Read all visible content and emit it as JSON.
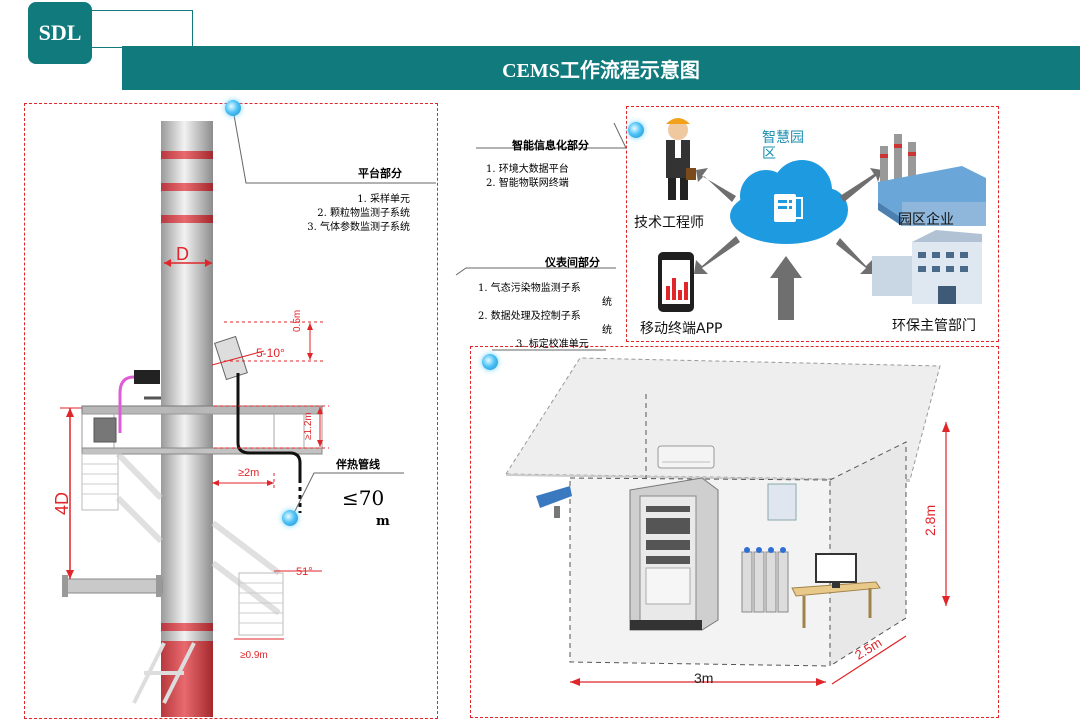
{
  "header": {
    "logo_text": "SDL",
    "title": "CEMS工作流程示意图"
  },
  "left_panel": {
    "platform_title": "平台部分",
    "platform_items": [
      "1. 采样单元",
      "2. 颗粒物监测子系统",
      "3. 气体参数监测子系统"
    ],
    "heat_line_label": "伴热管线",
    "heat_line_value": "≤70",
    "heat_line_unit": "m",
    "dims": {
      "d": "D",
      "four_d": "4D",
      "half_m": "0.5m",
      "angle_5_10": "5-10°",
      "h_12": "≥1.2m",
      "w_2m": "≥2m",
      "angle_51": "51°",
      "w_09": "≥0.9m"
    }
  },
  "info_section": {
    "title": "智能信息化部分",
    "items": [
      "1. 环境大数据平台",
      "2. 智能物联网终端"
    ]
  },
  "instrument_section": {
    "title": "仪表间部分",
    "items": [
      [
        "1. 气态污染物监测子系",
        "统"
      ],
      [
        "2. 数据处理及控制子系",
        "统"
      ],
      [
        "3. 标定校准单元"
      ]
    ]
  },
  "network": {
    "park_label": "智慧园区",
    "engineer_label": "技术工程师",
    "enterprise_label": "园区企业",
    "mobile_label": "移动终端APP",
    "authority_label": "环保主管部门"
  },
  "room": {
    "height": "2.8m",
    "depth": "2.5m",
    "width": "3m"
  },
  "colors": {
    "accent": "#117a7d",
    "dashed_border": "#e0262a",
    "dimension": "#e0262a",
    "cloud": "#1e9be0",
    "arrow": "#6f6f6f"
  }
}
